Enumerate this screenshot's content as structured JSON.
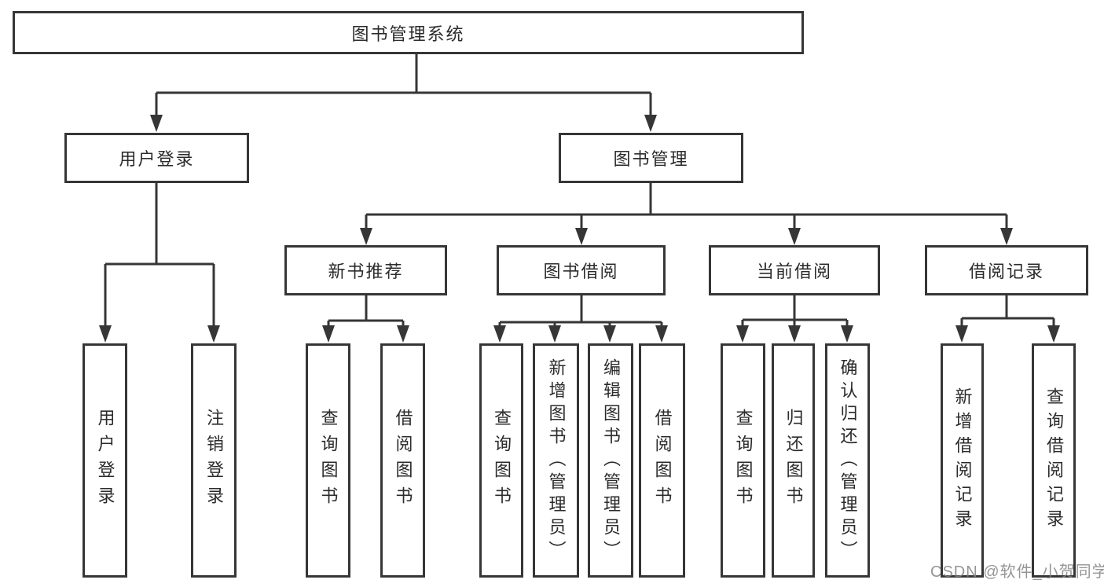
{
  "diagram": {
    "type": "tree",
    "nodes": {
      "root": {
        "label": "图书管理系统"
      },
      "user_login_branch": {
        "label": "用户登录"
      },
      "book_management": {
        "label": "图书管理"
      },
      "new_book_recommend": {
        "label": "新书推荐"
      },
      "book_borrowing": {
        "label": "图书借阅"
      },
      "current_borrowing": {
        "label": "当前借阅"
      },
      "borrowing_records": {
        "label": "借阅记录"
      },
      "user_login": {
        "label": "用户登录"
      },
      "logout": {
        "label": "注销登录"
      },
      "query_books_recommend": {
        "label": "查询图书"
      },
      "borrow_books_recommend": {
        "label": "借阅图书"
      },
      "query_books_borrowing": {
        "label": "查询图书"
      },
      "add_books_admin": {
        "label": "新增图书（管理员）"
      },
      "edit_books_admin": {
        "label": "编辑图书（管理员）"
      },
      "borrow_books_borrowing": {
        "label": "借阅图书"
      },
      "query_books_current": {
        "label": "查询图书"
      },
      "return_books": {
        "label": "归还图书"
      },
      "confirm_return_admin": {
        "label": "确认归还（管理员）"
      },
      "add_borrowing_record": {
        "label": "新增借阅记录"
      },
      "query_borrowing_record": {
        "label": "查询借阅记录"
      }
    },
    "hierarchy": {
      "图书管理系统": [
        "用户登录",
        "图书管理"
      ],
      "用户登录": [
        "用户登录",
        "注销登录"
      ],
      "图书管理": [
        "新书推荐",
        "图书借阅",
        "当前借阅",
        "借阅记录"
      ],
      "新书推荐": [
        "查询图书",
        "借阅图书"
      ],
      "图书借阅": [
        "查询图书",
        "新增图书（管理员）",
        "编辑图书（管理员）",
        "借阅图书"
      ],
      "当前借阅": [
        "查询图书",
        "归还图书",
        "确认归还（管理员）"
      ],
      "借阅记录": [
        "新增借阅记录",
        "查询借阅记录"
      ]
    },
    "colors": {
      "line": "#363636",
      "box_border": "#363636",
      "text": "#2b2b2b",
      "background": "#ffffff",
      "watermark": "#828282"
    },
    "watermark": {
      "text": "CSDN @软件_小贺同学"
    }
  }
}
